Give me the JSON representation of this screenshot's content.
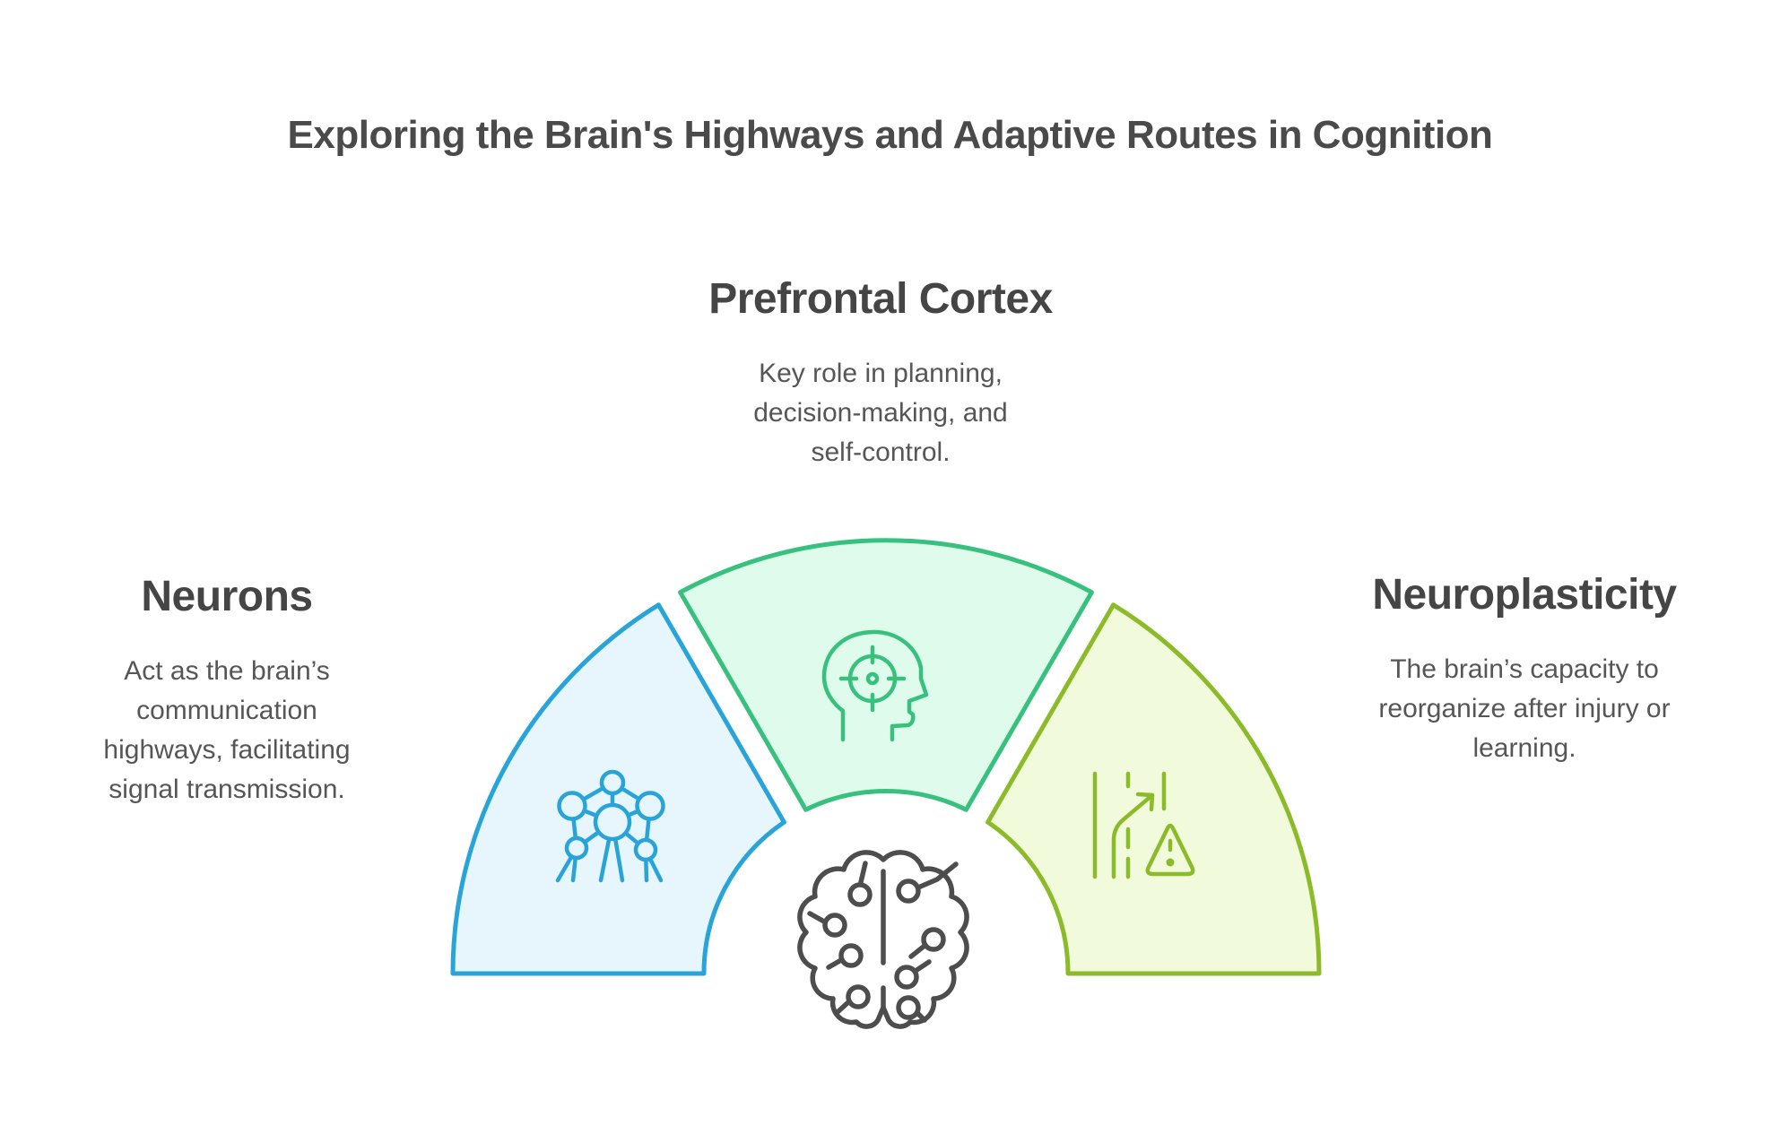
{
  "title": "Exploring the Brain's Highways and Adaptive Routes in Cognition",
  "sections": {
    "neurons": {
      "heading": "Neurons",
      "description": "Act as the brain’s\ncommunication\nhighways, facilitating\nsignal transmission.",
      "icon": "network-nodes-icon"
    },
    "prefrontal_cortex": {
      "heading": "Prefrontal Cortex",
      "description": "Key role in planning,\ndecision-making, and\nself-control.",
      "icon": "head-target-icon"
    },
    "neuroplasticity": {
      "heading": "Neuroplasticity",
      "description": "The brain’s capacity to\nreorganize after injury or\nlearning.",
      "icon": "road-detour-warning-icon"
    }
  },
  "center_icon": "brain-circuit-icon",
  "colors": {
    "accent_blue": "#28a4d9",
    "fill_blue": "#e7f6fd",
    "accent_green": "#38c17e",
    "fill_green": "#dffbec",
    "accent_lime": "#8cbb29",
    "fill_lime": "#f1fbdb",
    "icon_gray": "#4d4d4d",
    "heading_text": "#454545",
    "body_text": "#565656"
  }
}
